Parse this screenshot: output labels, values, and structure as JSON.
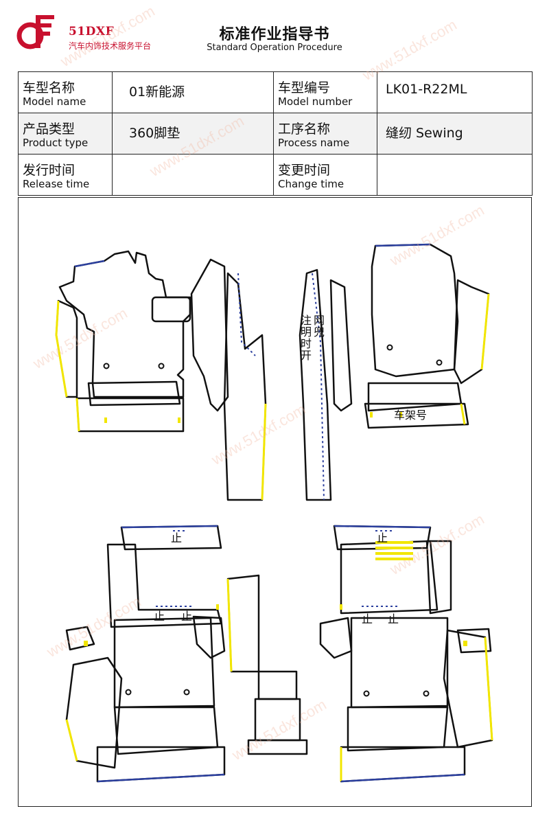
{
  "header": {
    "logo_brand": "51DXF",
    "logo_tagline": "汽车内饰技术服务平台",
    "title_cn": "标准作业指导书",
    "title_en": "Standard Operation Procedure"
  },
  "info": {
    "model_name": {
      "cn": "车型名称",
      "en": "Model name",
      "value": "01新能源"
    },
    "model_number": {
      "cn": "车型编号",
      "en": "Model number",
      "value": "LK01-R22ML"
    },
    "product_type": {
      "cn": "产品类型",
      "en": "Product type",
      "value": "360脚垫"
    },
    "process_name": {
      "cn": "工序名称",
      "en": "Process name",
      "value": "缝纫 Sewing"
    },
    "release_time": {
      "cn": "发行时间",
      "en": "Release time",
      "value": ""
    },
    "change_time": {
      "cn": "变更时间",
      "en": "Change time",
      "value": ""
    }
  },
  "annotations": {
    "note_open": "注明时开",
    "mesh_pocket": "网兜",
    "frame_number": "车架号",
    "stop_1": "止",
    "stop_2": "止",
    "stop_3": "止",
    "stop_4": "止",
    "stop_5": "止",
    "stop_6": "止"
  },
  "watermark": "www.51dxf.com",
  "colors": {
    "brand_red": "#c8102e",
    "outline": "#111111",
    "edge_yellow": "#f2e600",
    "edge_blue": "#2b3f9e"
  }
}
